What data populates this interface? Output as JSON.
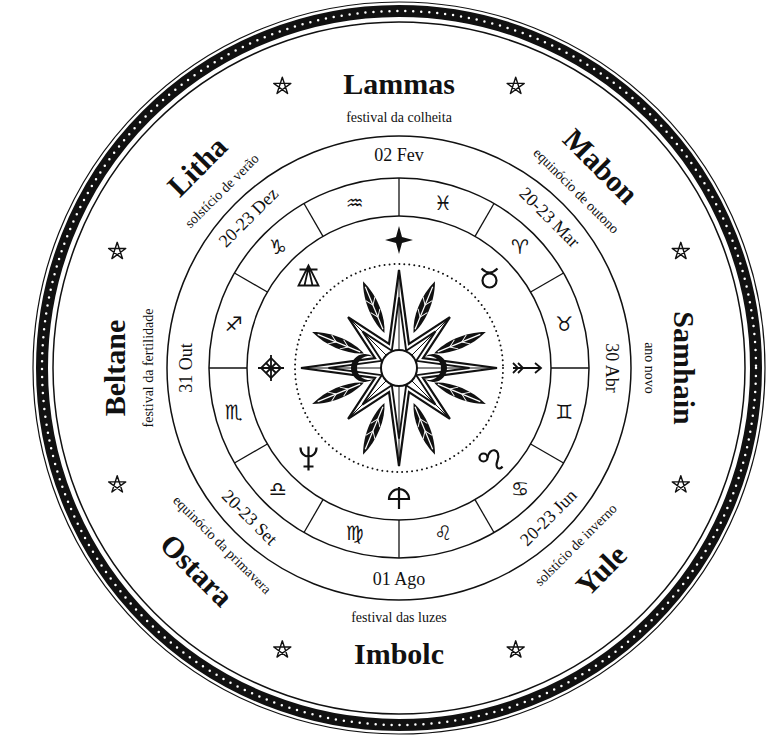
{
  "diagram": {
    "labels": [
      "Lammas",
      "festival da colheita",
      "Mabon",
      "equinócio de outono",
      "Samhain",
      "ano novo",
      "Yule",
      "solstício de inverno",
      "Imbolc",
      "festival das luzes",
      "Ostara",
      "equinócio da primavera",
      "Beltane",
      "festival da fertilidade",
      "Litha",
      "solstício de verão",
      "02 Fev",
      "20-23 Mar",
      "30 Abr",
      "20-23 Jun",
      "01 Ago",
      "20-23 Set",
      "31 Out",
      "20-23 Dez",
      "♒",
      "♓",
      "♈",
      "♉",
      "♊",
      "♋",
      "♌",
      "♍",
      "♎",
      "♏",
      "♐",
      "♑"
    ]
  }
}
